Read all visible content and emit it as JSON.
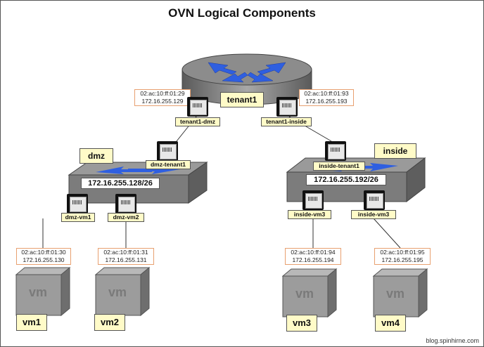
{
  "title": "OVN Logical Components",
  "router": {
    "name": "tenant1",
    "ports": [
      {
        "name": "tenant1-dmz",
        "mac": "02:ac:10:ff:01:29",
        "ip": "172.16.255.129"
      },
      {
        "name": "tenant1-inside",
        "mac": "02:ac:10:ff:01:93",
        "ip": "172.16.255.193"
      }
    ]
  },
  "switches": [
    {
      "name": "dmz",
      "network": "172.16.255.128/26",
      "uplink_port": "dmz-tenant1",
      "ports": [
        {
          "name": "dmz-vm1"
        },
        {
          "name": "dmz-vm2"
        }
      ]
    },
    {
      "name": "inside",
      "network": "172.16.255.192/26",
      "uplink_port": "inside-tenant1",
      "ports": [
        {
          "name": "inside-vm3"
        },
        {
          "name": "inside-vm3"
        }
      ]
    }
  ],
  "vms": [
    {
      "name": "vm1",
      "icon_text": "vm",
      "mac": "02:ac:10:ff:01:30",
      "ip": "172.16.255.130"
    },
    {
      "name": "vm2",
      "icon_text": "vm",
      "mac": "02:ac:10:ff:01:31",
      "ip": "172.16.255.131"
    },
    {
      "name": "vm3",
      "icon_text": "vm",
      "mac": "02:ac:10:ff:01:94",
      "ip": "172.16.255.194"
    },
    {
      "name": "vm4",
      "icon_text": "vm",
      "mac": "02:ac:10:ff:01:95",
      "ip": "172.16.255.195"
    }
  ],
  "credit": "blog.spinhirne.com",
  "colors": {
    "label_bg": "#fffbc8",
    "address_border": "#e8a070",
    "device_gray": "#8a8a8a",
    "arrow_blue": "#2f5fe0"
  }
}
